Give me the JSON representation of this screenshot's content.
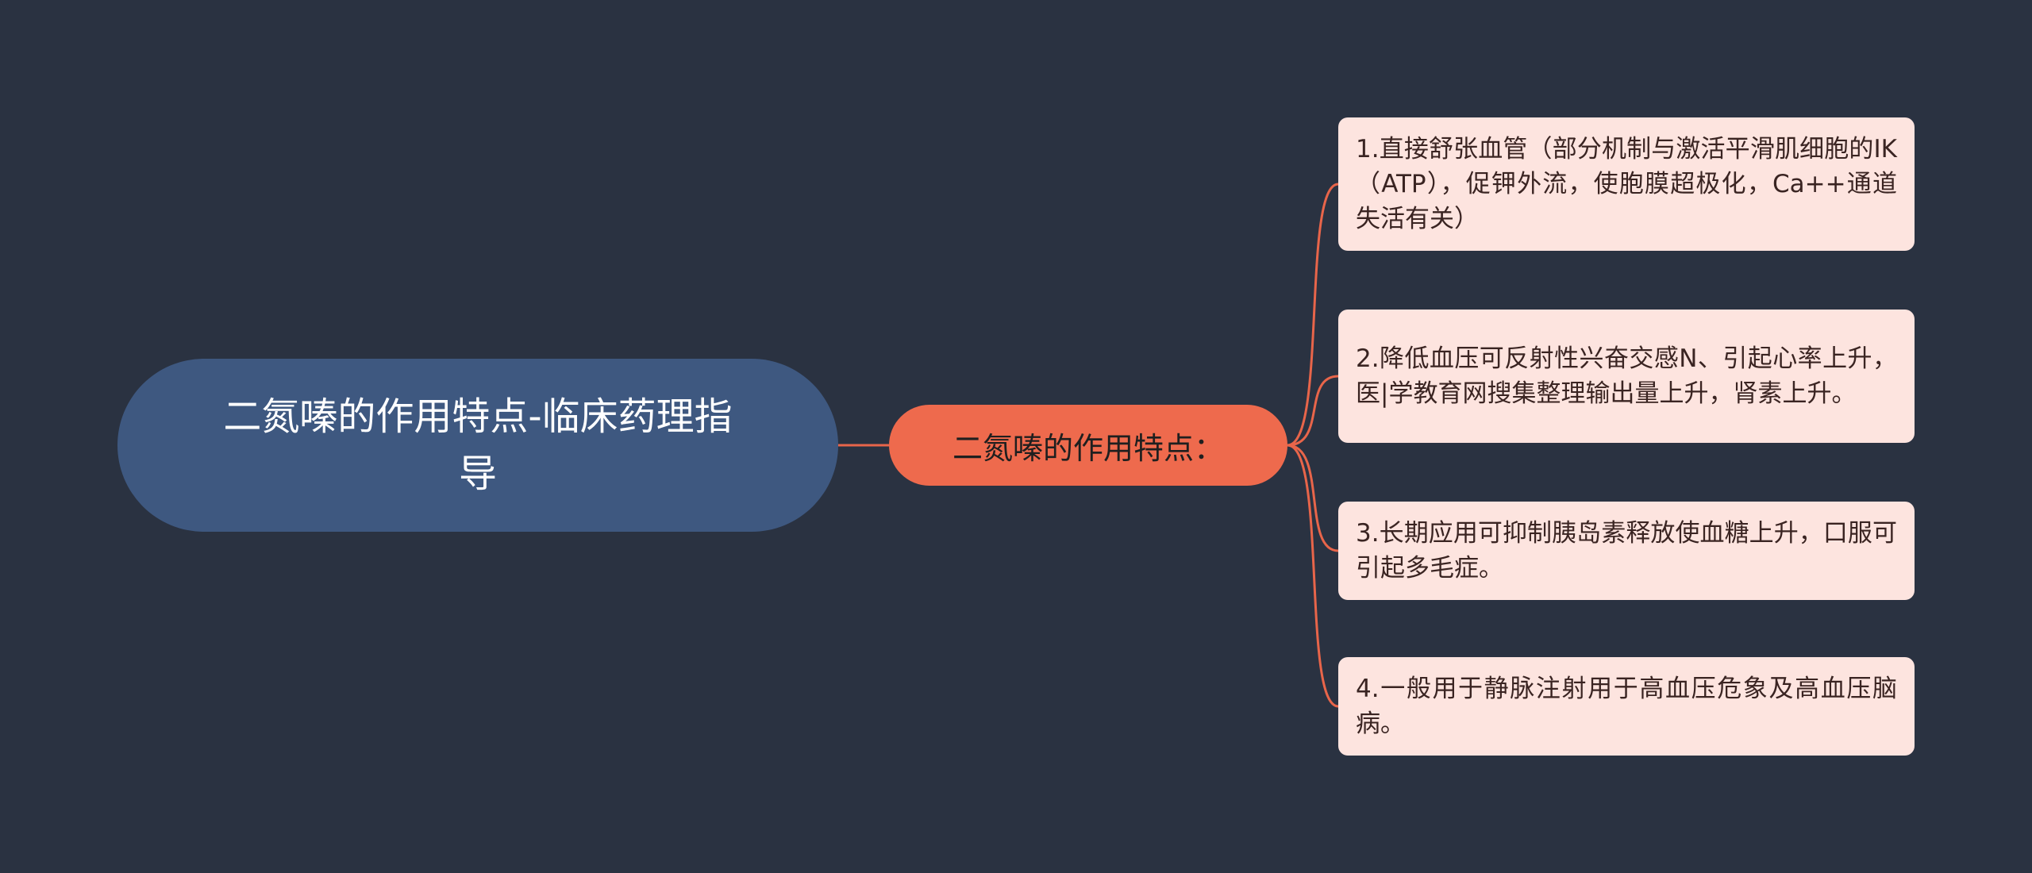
{
  "diagram": {
    "root": {
      "label": "二氮嗪的作用特点-临床药理指导"
    },
    "branch": {
      "label": "二氮嗪的作用特点："
    },
    "leaves": [
      {
        "label": "1.直接舒张血管（部分机制与激活平滑肌细胞的IK（ATP），促钾外流，使胞膜超极化，Ca++通道失活有关）"
      },
      {
        "label": "2.降低血压可反射性兴奋交感N、引起心率上升，医|学教育网搜集整理输出量上升，肾素上升。"
      },
      {
        "label": "3.长期应用可抑制胰岛素释放使血糖上升，口服可引起多毛症。"
      },
      {
        "label": "4.一般用于静脉注射用于高血压危象及高血压脑病。"
      }
    ]
  },
  "colors": {
    "background": "#2a3241",
    "root_fill": "#3e5880",
    "branch_fill": "#ee6a4d",
    "leaf_fill": "#fde4df",
    "connector": "#e8654a"
  }
}
